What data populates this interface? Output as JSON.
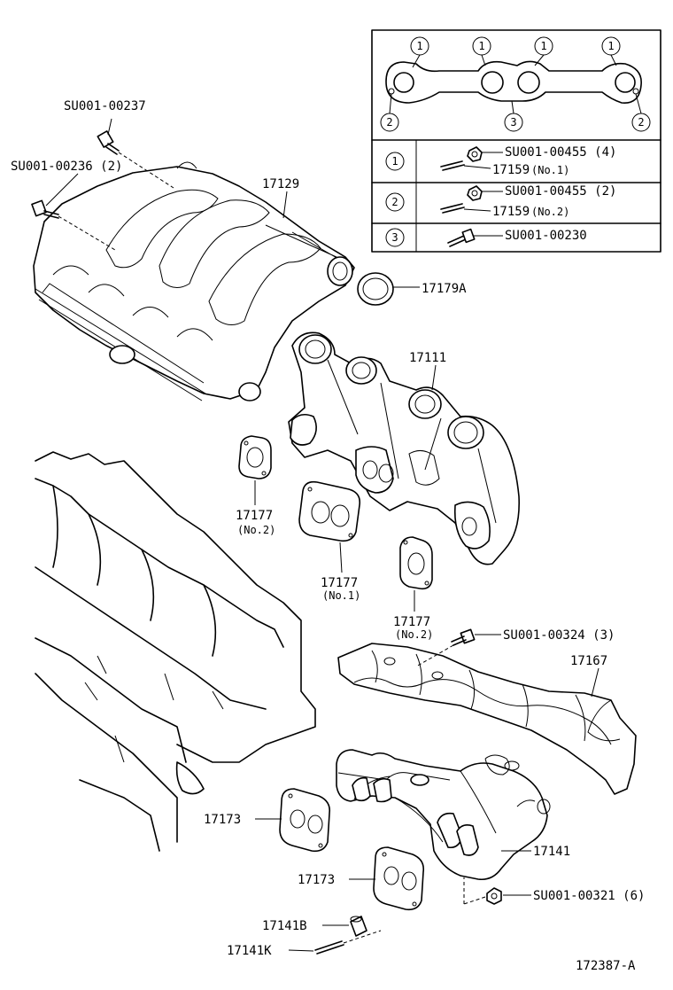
{
  "diagram_id": "172387-A",
  "callouts": {
    "su_237": "SU001-00237",
    "su_236": "SU001-00236 (2)",
    "p17129": "17129",
    "p17179a": "17179A",
    "p17111": "17111",
    "p17177_a": "17177",
    "p17177_a_sub": "(No.2)",
    "p17177_b": "17177",
    "p17177_b_sub": "(No.1)",
    "p17177_c": "17177",
    "p17177_c_sub": "(No.2)",
    "su_324": "SU001-00324 (3)",
    "p17167": "17167",
    "p17173_a": "17173",
    "p17173_b": "17173",
    "p17141": "17141",
    "su_321": "SU001-00321 (6)",
    "p17141b": "17141B",
    "p17141k": "17141K"
  },
  "legend": {
    "gasket_marks": [
      "1",
      "1",
      "1",
      "1",
      "2",
      "3",
      "2"
    ],
    "rows": [
      {
        "key": "1",
        "line1": "SU001-00455 (4)",
        "line2": "17159",
        "line2_sub": "(No.1)"
      },
      {
        "key": "2",
        "line1": "SU001-00455 (2)",
        "line2": "17159",
        "line2_sub": "(No.2)"
      },
      {
        "key": "3",
        "line1": "SU001-00230"
      }
    ]
  }
}
